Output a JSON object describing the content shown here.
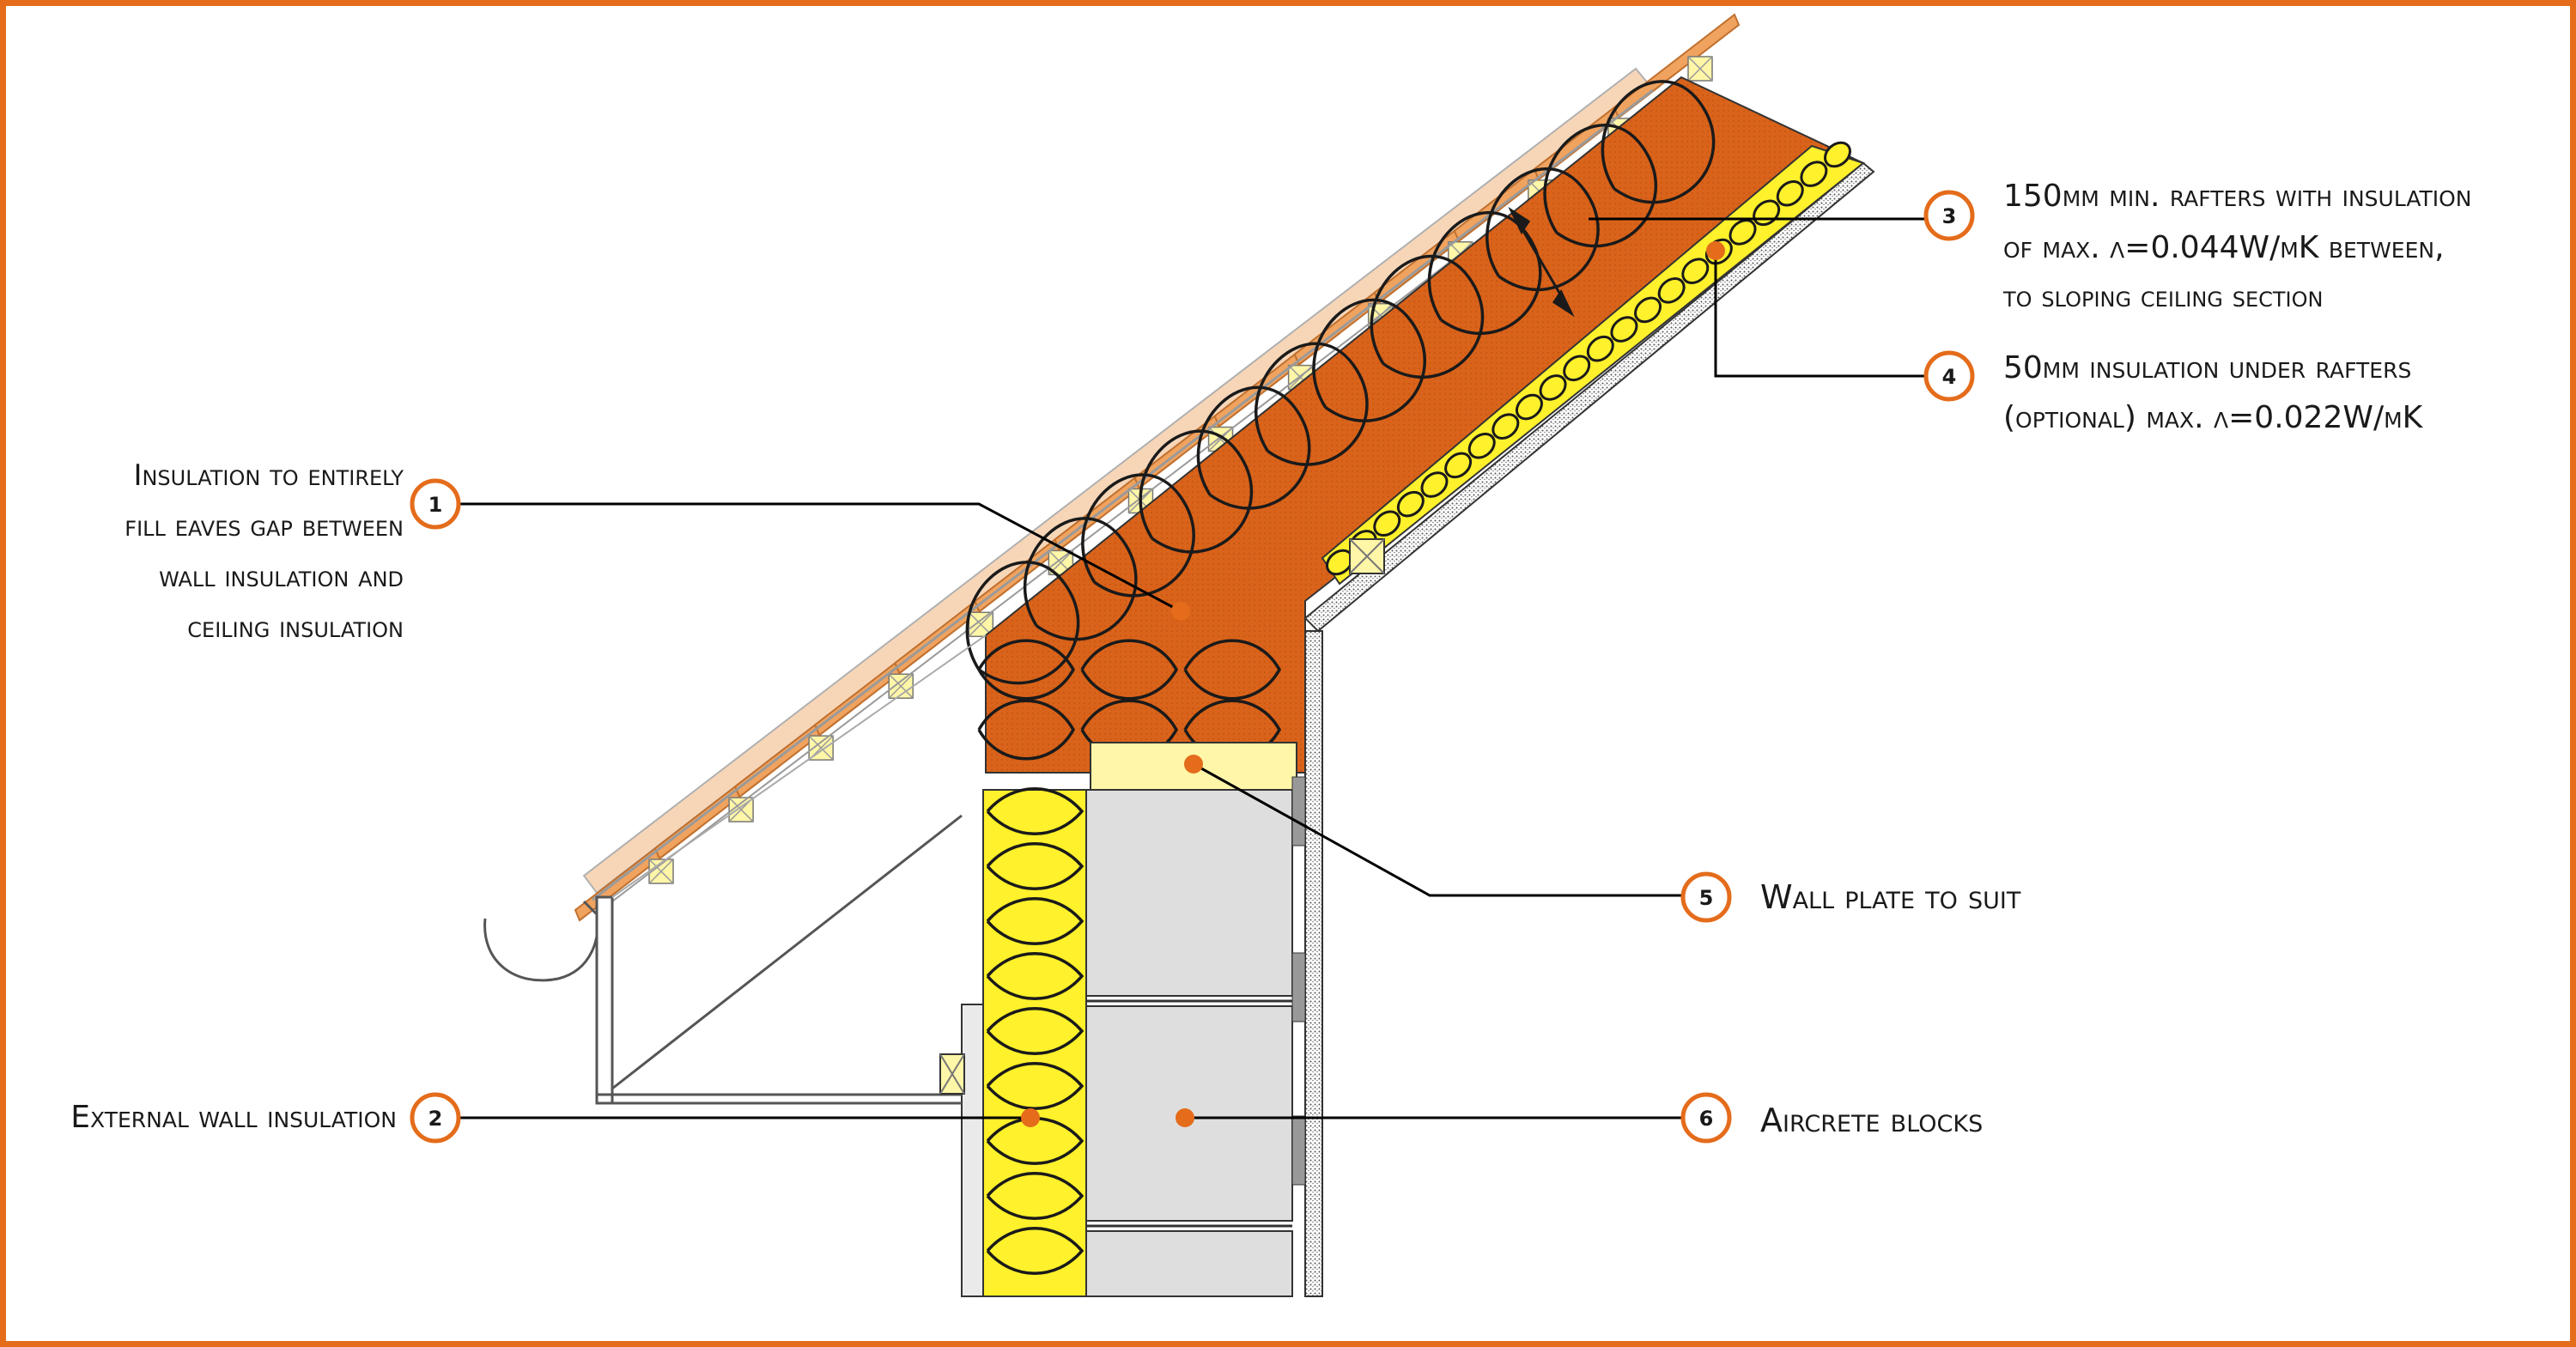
{
  "callouts": [
    {
      "number": "1",
      "lines": [
        "Insulation to entirely",
        "fill eaves gap between",
        "wall insulation and",
        "ceiling insulation"
      ]
    },
    {
      "number": "2",
      "lines": [
        "External wall insulation"
      ]
    },
    {
      "number": "3",
      "lines": [
        "150mm min. rafters with insulation",
        "of max. λ=0.044W/mK between,",
        "to sloping ceiling section"
      ]
    },
    {
      "number": "4",
      "lines": [
        "50mm insulation under rafters",
        "(optional) max. λ=0.022W/mK"
      ]
    },
    {
      "number": "5",
      "lines": [
        "Wall plate to suit"
      ]
    },
    {
      "number": "6",
      "lines": [
        "Aircrete blocks"
      ]
    }
  ],
  "colors": {
    "frame": "#e46c1b",
    "rafter_insulation": "#d9631a",
    "wall_insulation": "#fff12b",
    "aircrete": "#dedede",
    "wall_plate": "#fff6a8",
    "tile": "#f0a35f",
    "callout_ring": "#e46c1b",
    "leader": "#000000"
  }
}
